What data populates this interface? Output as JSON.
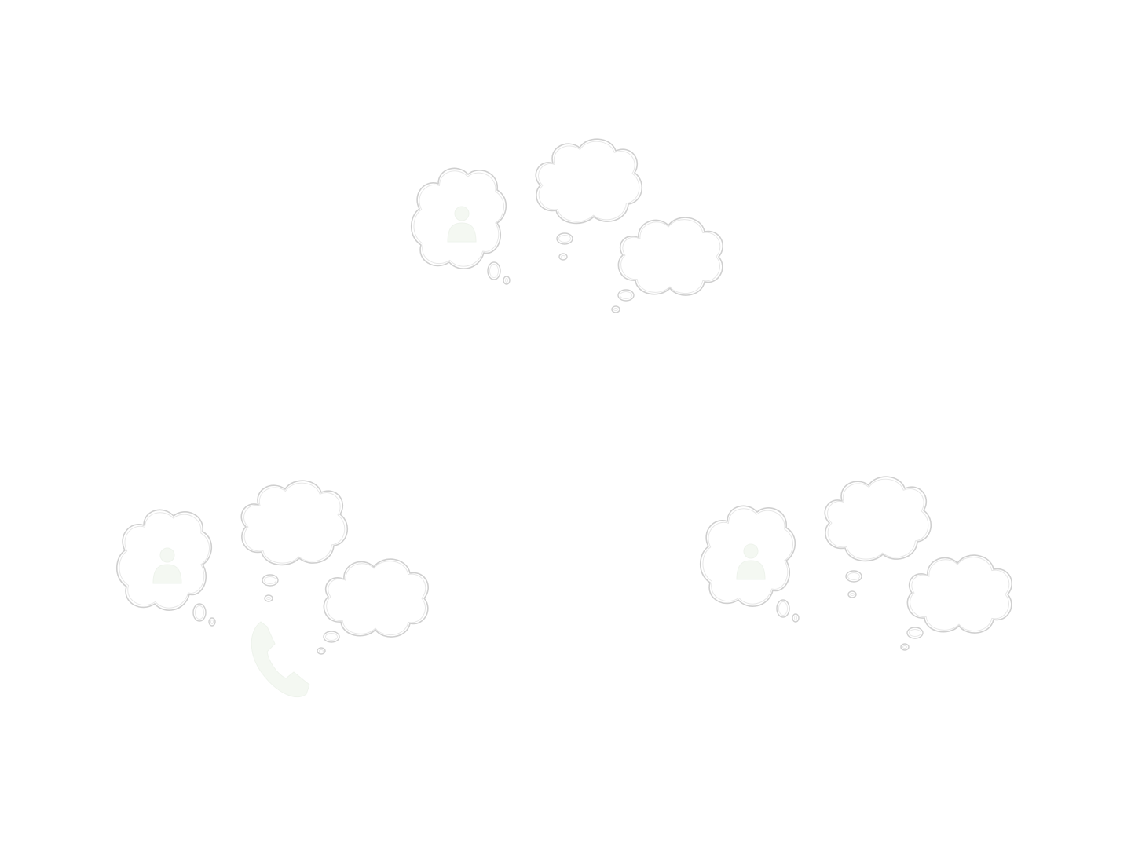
{
  "colors": {
    "background": "#ffffff",
    "cloud_stroke": "#cfcfcf",
    "cloud_inner_stroke": "#e6e6e6",
    "faint_icon_fill": "#f4f8f2"
  },
  "groups": [
    {
      "name": "top-group",
      "clouds": [
        {
          "icon": "person-icon"
        },
        {
          "icon": ""
        },
        {
          "icon": ""
        }
      ]
    },
    {
      "name": "bottom-left-group",
      "clouds": [
        {
          "icon": "person-icon"
        },
        {
          "icon": ""
        },
        {
          "icon": ""
        }
      ],
      "extra_icon": "phone-icon"
    },
    {
      "name": "bottom-right-group",
      "clouds": [
        {
          "icon": "person-icon"
        },
        {
          "icon": ""
        },
        {
          "icon": ""
        }
      ]
    }
  ]
}
